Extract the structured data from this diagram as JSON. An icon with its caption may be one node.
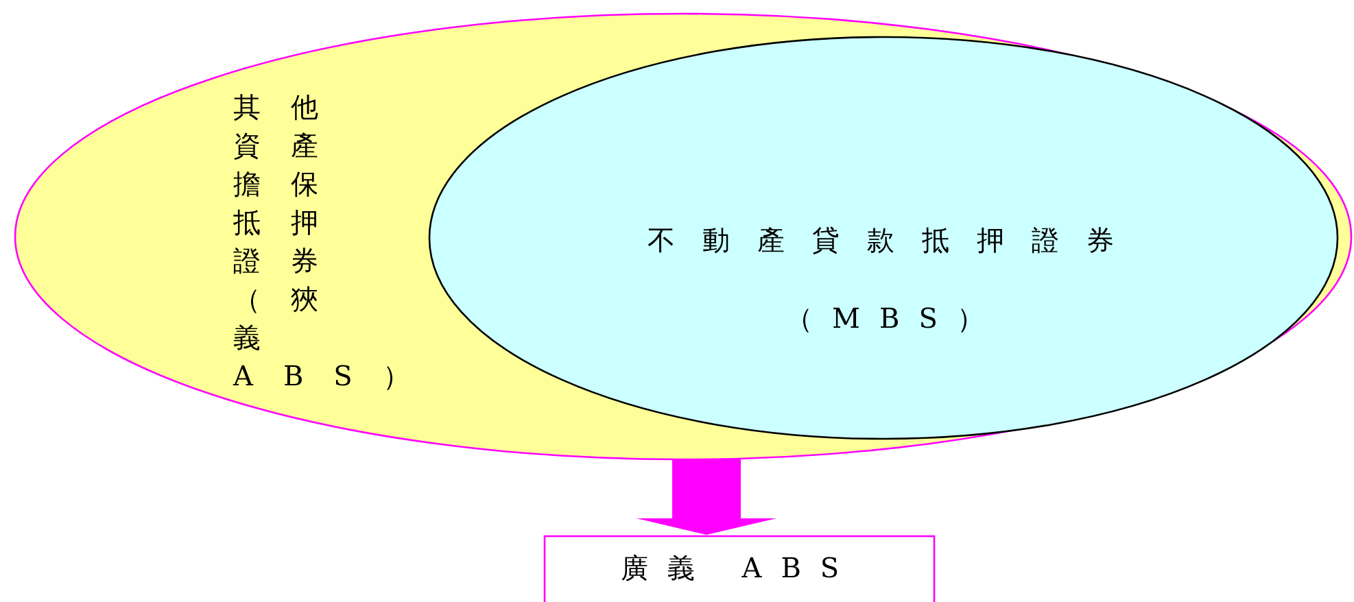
{
  "diagram": {
    "nodes": [
      {
        "text": [
          "其他資產擔保抵押證券（狹義ABS）"
        ]
      },
      {
        "text": [
          "不動產貸款抵押證券",
          "（MBS）"
        ],
        "in": 0
      },
      {
        "text": [
          "廣義 ABS"
        ]
      }
    ],
    "edges": [
      {
        "from": 0,
        "to": 2,
        "arrow": "to",
        "color": "#ff00ff",
        "style": "thick"
      }
    ]
  }
}
